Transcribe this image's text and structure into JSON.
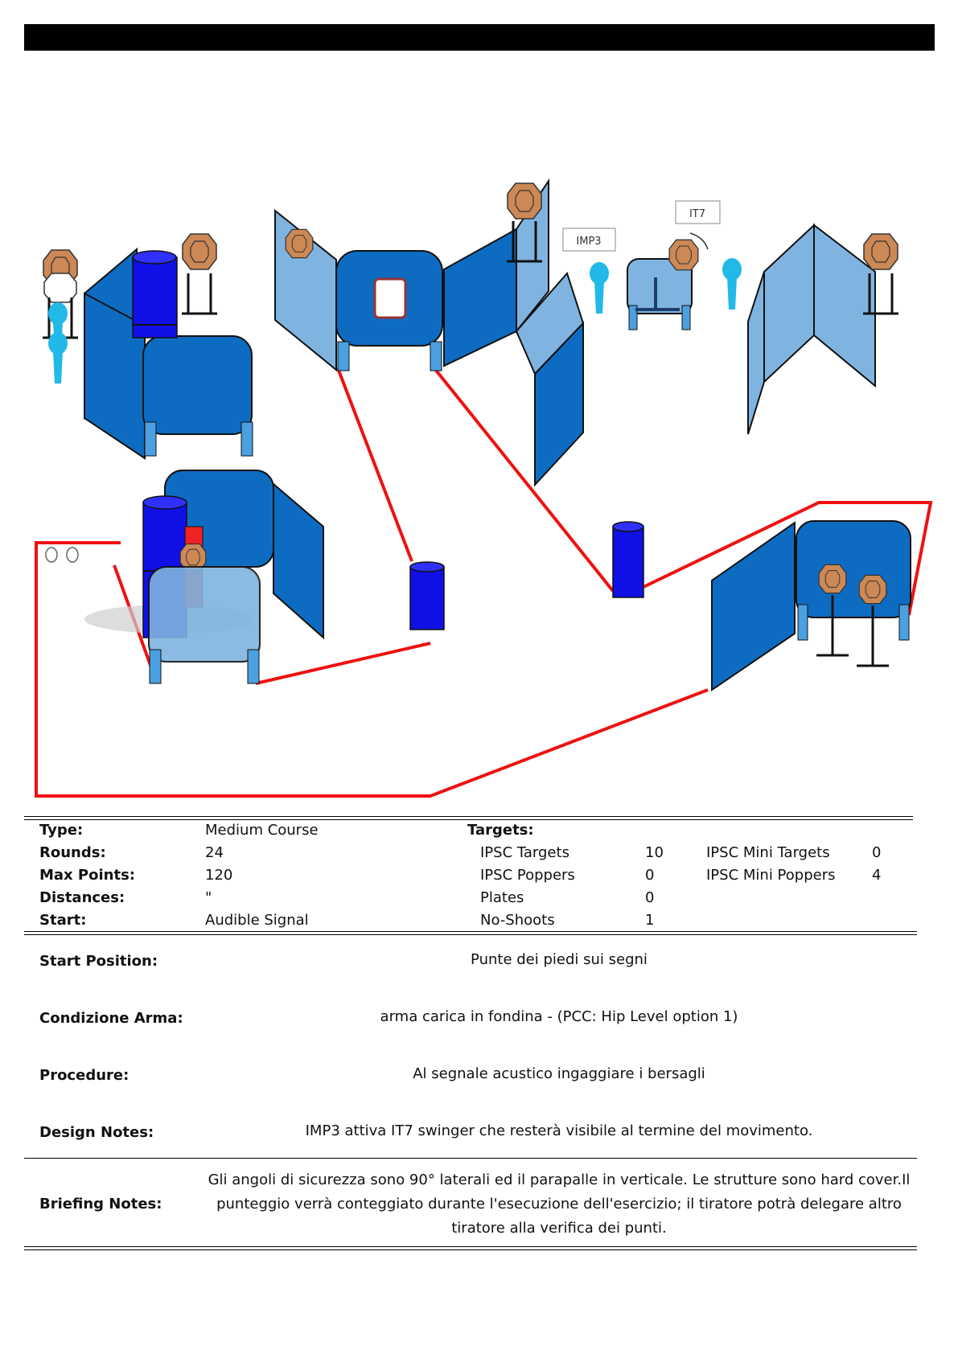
{
  "stage_labels": {
    "imp3": "IMP3",
    "it7": "IT7"
  },
  "colors": {
    "wall": "#0d6cc2",
    "wall_light": "#7fb4e0",
    "barrel": "#1010e6",
    "fault_line": "#ee1111",
    "target": "#cc8855",
    "popper": "#22b8e8"
  },
  "summary": {
    "type_label": "Type:",
    "type_value": "Medium Course",
    "rounds_label": "Rounds:",
    "rounds_value": "24",
    "max_points_label": "Max Points:",
    "max_points_value": "120",
    "distances_label": "Distances:",
    "distances_value": "\"",
    "start_label": "Start:",
    "start_value": "Audible Signal",
    "targets_label": "Targets:",
    "targets": [
      {
        "name": "IPSC Targets",
        "count": "10"
      },
      {
        "name": "IPSC Poppers",
        "count": "0"
      },
      {
        "name": "Plates",
        "count": "0"
      },
      {
        "name": "No-Shoots",
        "count": "1"
      }
    ],
    "mini_targets": [
      {
        "name": "IPSC Mini Targets",
        "count": "0"
      },
      {
        "name": "IPSC Mini Poppers",
        "count": "4"
      }
    ]
  },
  "details": {
    "start_position_label": "Start Position:",
    "start_position_value": "Punte dei piedi sui segni",
    "condizione_label": "Condizione Arma:",
    "condizione_value": "arma carica in fondina - (PCC: Hip Level option 1)",
    "procedure_label": "Procedure:",
    "procedure_value": "Al segnale acustico ingaggiare i bersagli",
    "design_notes_label": "Design Notes:",
    "design_notes_value": "IMP3 attiva IT7 swinger che resterà visibile al termine del movimento.",
    "briefing_label": "Briefing Notes:",
    "briefing_line1": "Gli angoli di sicurezza sono 90° laterali ed il parapalle in verticale. Le strutture sono hard cover.Il",
    "briefing_line2": "punteggio verrà conteggiato durante l'esecuzione dell'esercizio; il tiratore potrà delegare altro",
    "briefing_line3": "tiratore alla verifica  dei punti."
  }
}
